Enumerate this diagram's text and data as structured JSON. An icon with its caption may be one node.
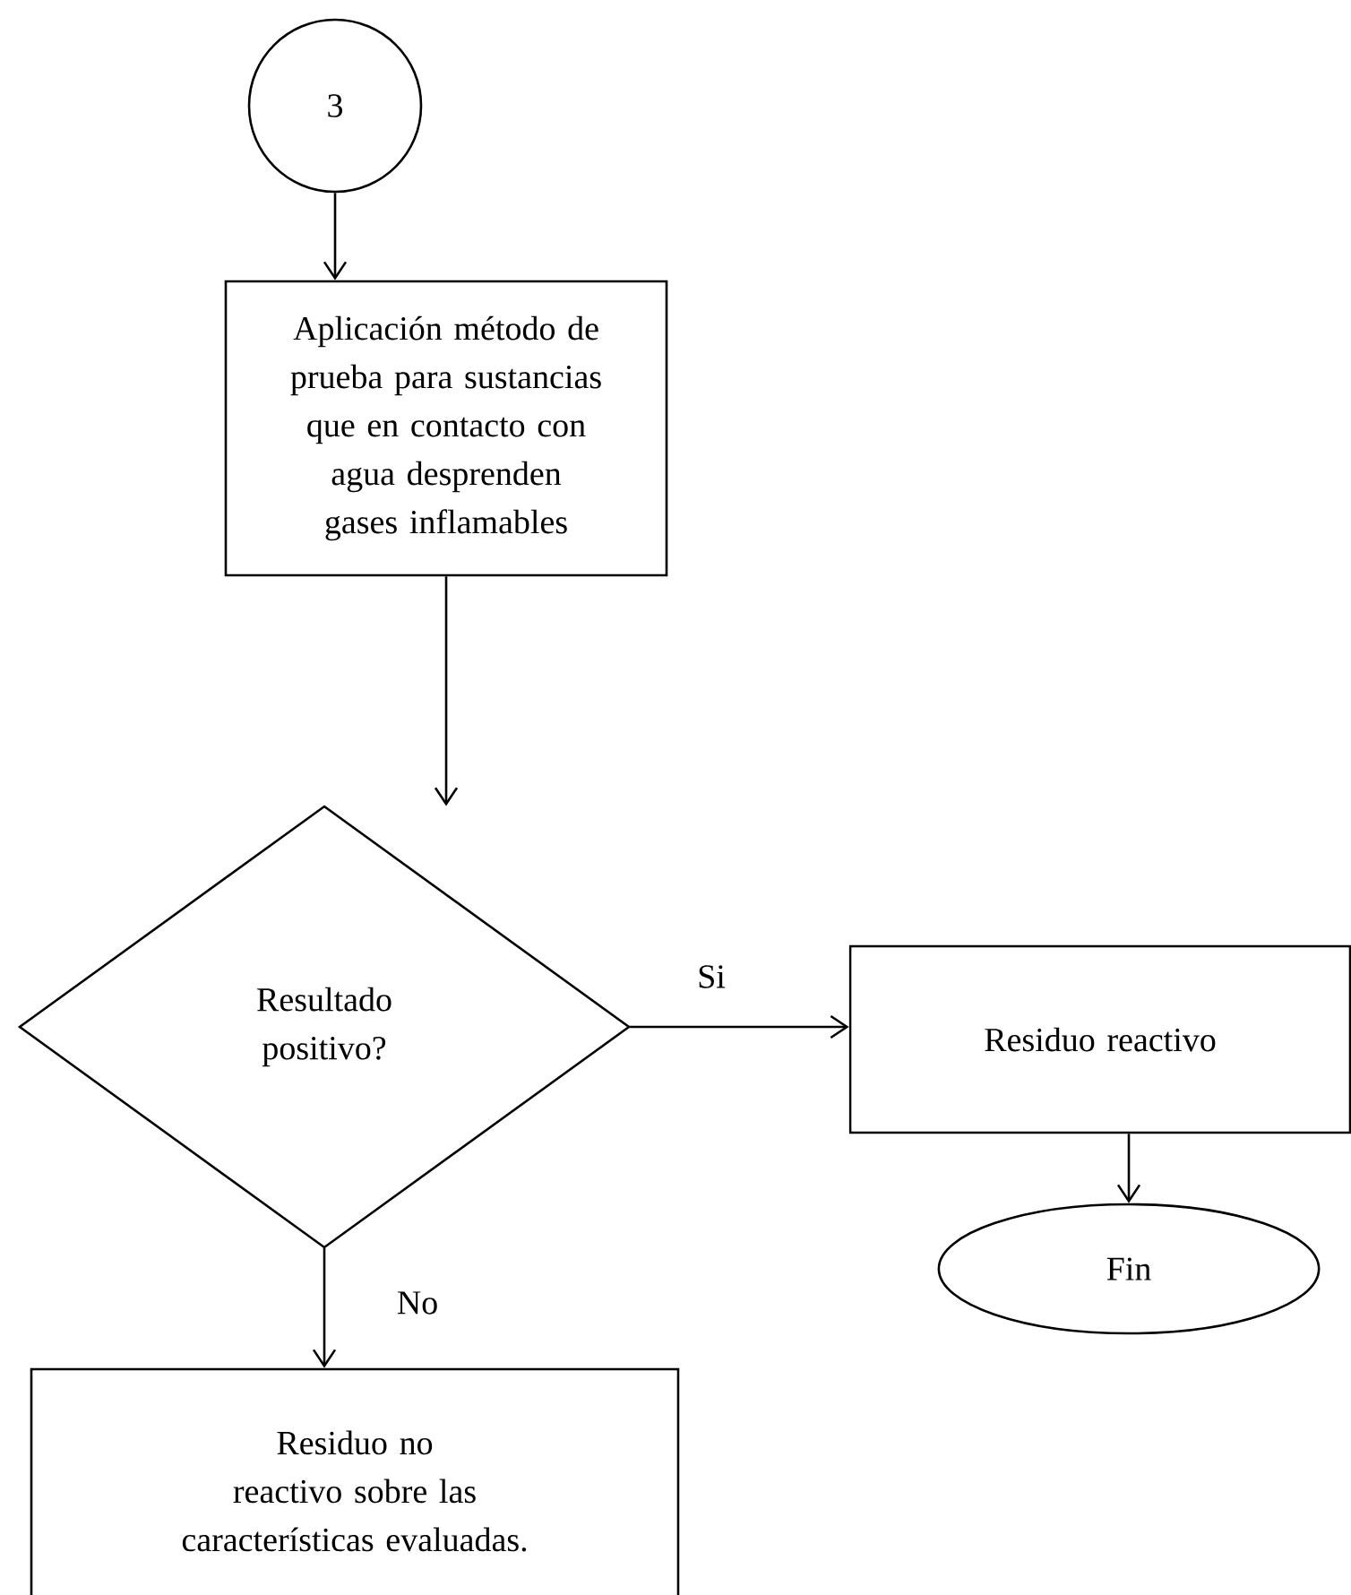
{
  "diagram": {
    "nodes": [
      {
        "text": [
          "3"
        ]
      },
      {
        "text": [
          "Aplicación método de prueba para sustancias que en contacto con agua desprenden gases inflamables"
        ]
      },
      {
        "text": [
          "Resultado positivo?"
        ]
      },
      {
        "text": [
          "Residuo reactivo"
        ]
      },
      {
        "text": [
          "Fin"
        ]
      },
      {
        "text": [
          "Residuo no reactivo sobre las características evaluadas."
        ]
      }
    ],
    "edges": [
      {
        "from": 0,
        "to": 1,
        "arrow": "to"
      },
      {
        "from": 1,
        "to": 2,
        "arrow": "to"
      },
      {
        "from": 2,
        "to": 3,
        "arrow": "to",
        "label": "Si"
      },
      {
        "from": 3,
        "to": 4,
        "arrow": "to"
      },
      {
        "from": 2,
        "to": 5,
        "arrow": "to",
        "label": "No"
      }
    ]
  }
}
